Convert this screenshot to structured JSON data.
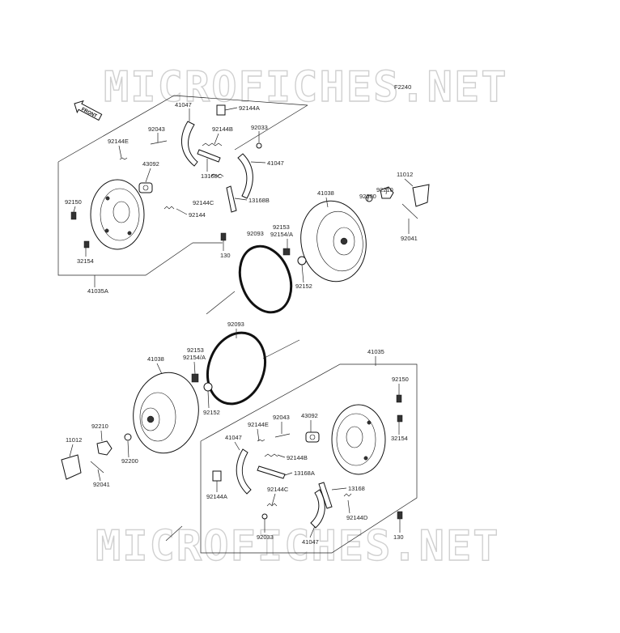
{
  "figure_code": "F2240",
  "watermark": "MICROFICHES.NET",
  "front_arrow": "FRONT",
  "upper_assembly": {
    "labels": {
      "p41047a": "41047",
      "p92144a": "92144A",
      "p92043": "92043",
      "p92144b": "92144B",
      "p92033": "92033",
      "p92144e": "92144E",
      "p43092": "43092",
      "p41047b": "41047",
      "p13168c": "13168C",
      "p92150": "92150",
      "p92144c": "92144C",
      "p13168b": "13168B",
      "p92144": "92144",
      "p32154": "32154",
      "p130": "130",
      "p41035a": "41035A",
      "p41038": "41038",
      "p92200": "92200",
      "p92210": "92210",
      "p11012": "11012",
      "p92041": "92041",
      "p92093": "92093",
      "p92153": "92153",
      "p92154": "92154/A",
      "p92152": "92152"
    }
  },
  "lower_assembly": {
    "labels": {
      "p92093": "92093",
      "p41035": "41035",
      "p92153": "92153",
      "p92154": "92154/A",
      "p41038": "41038",
      "p92150": "92150",
      "p92152": "92152",
      "p92144e": "92144E",
      "p92043": "92043",
      "p43092": "43092",
      "p92210": "92210",
      "p41047a": "41047",
      "p32154": "32154",
      "p11012": "11012",
      "p92144b": "92144B",
      "p92200": "92200",
      "p13168a": "13168A",
      "p92041": "92041",
      "p92144a": "92144A",
      "p92144c": "92144C",
      "p13168": "13168",
      "p92144d": "92144D",
      "p92033": "92033",
      "p130": "130",
      "p41047b": "41047"
    }
  }
}
